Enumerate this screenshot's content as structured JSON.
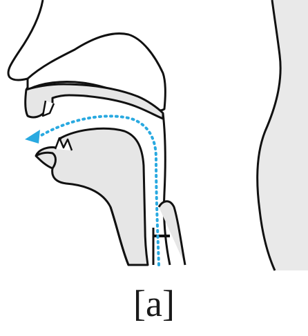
{
  "caption": "[a]",
  "colors": {
    "tissue_fill": "#e6e6e6",
    "outline": "#111111",
    "airflow_arrow": "#29a9e0",
    "background": "#ffffff"
  },
  "airflow": {
    "style": "dotted",
    "direction": "outward-through-mouth"
  }
}
